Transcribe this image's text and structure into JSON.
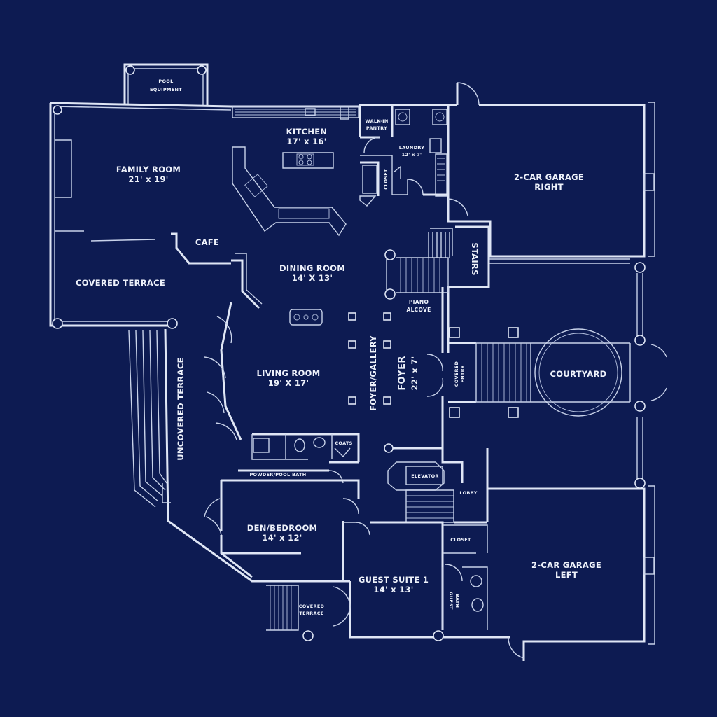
{
  "colors": {
    "background": "#0d1b52",
    "lines": "#dfe6f5"
  },
  "rooms": {
    "pool_equipment": [
      "POOL",
      "EQUIPMENT"
    ],
    "kitchen": {
      "name": "KITCHEN",
      "size": "17' x 16'"
    },
    "walk_in_pantry": [
      "WALK-IN",
      "PANTRY"
    ],
    "laundry": {
      "name": "LAUNDRY",
      "size": "12' x 7'"
    },
    "closet_vertical": "CLOSET",
    "family_room": {
      "name": "FAMILY ROOM",
      "size": "21' x 19'"
    },
    "garage_right": [
      "2-CAR GARAGE",
      "RIGHT"
    ],
    "cafe": "CAFE",
    "covered_terrace": "COVERED TERRACE",
    "dining_room": {
      "name": "DINING ROOM",
      "size": "14' X 13'"
    },
    "stairs": "STAIRS",
    "piano_alcove": [
      "PIANO",
      "ALCOVE"
    ],
    "living_room": {
      "name": "LIVING ROOM",
      "size": "19' X 17'"
    },
    "foyer_gallery": "FOYER/GALLERY",
    "foyer": {
      "name": "FOYER",
      "size": "22' x 7'"
    },
    "covered_entry": [
      "COVERED",
      "ENTRY"
    ],
    "courtyard": "COURTYARD",
    "uncovered_terrace": "UNCOVERED TERRACE",
    "coats": "COATS",
    "powder_pool_bath": "POWDER/POOL BATH",
    "elevator": "ELEVATOR",
    "lobby": "LOBBY",
    "den_bedroom": {
      "name": "DEN/BEDROOM",
      "size": "14' x 12'"
    },
    "closet": "CLOSET",
    "garage_left": [
      "2-CAR GARAGE",
      "LEFT"
    ],
    "guest_suite": {
      "name": "GUEST SUITE 1",
      "size": "14' x 13'"
    },
    "guest_bath": [
      "GUEST",
      "BATH"
    ],
    "covered_terrace_small": [
      "COVERED",
      "TERRACE"
    ]
  }
}
